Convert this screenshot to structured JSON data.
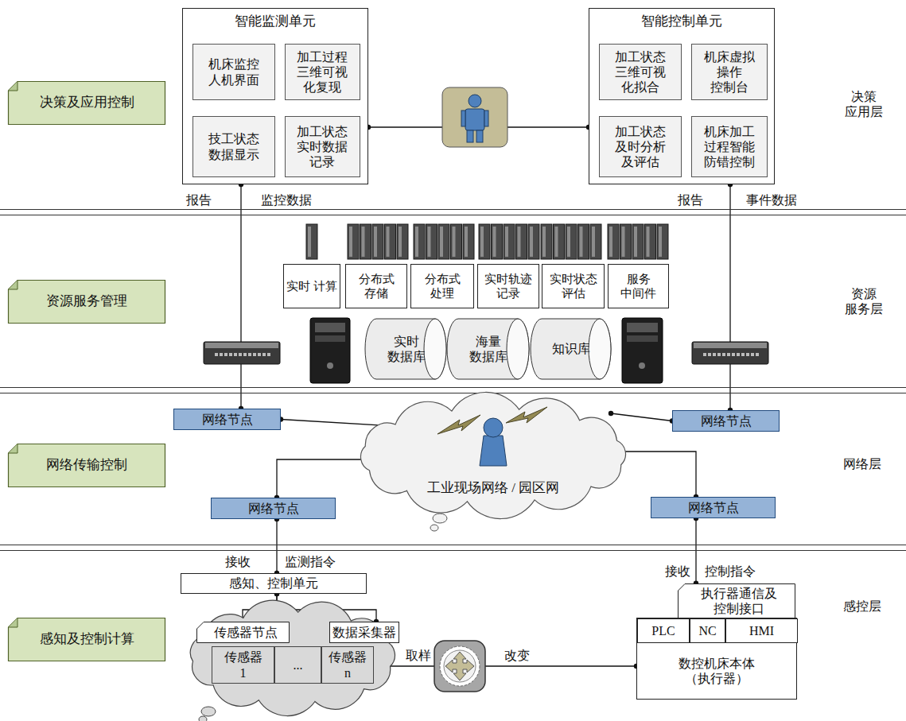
{
  "diagram": {
    "nodes": [
      {
        "text": [
          "决策及应用控制"
        ]
      },
      {
        "text": [
          "智能监测单元"
        ]
      },
      {
        "text": [
          "机床监控 人机界面"
        ],
        "in": 1
      },
      {
        "text": [
          "加工过程 三维可视 化复现"
        ],
        "in": 1
      },
      {
        "text": [
          "技工状态 数据显示"
        ],
        "in": 1
      },
      {
        "text": [
          "加工状态 实时数据 记录"
        ],
        "in": 1
      },
      {
        "text": [
          "智能控制单元"
        ]
      },
      {
        "text": [
          "加工状态 三维可视 化拟合"
        ],
        "in": 6
      },
      {
        "text": [
          "机床虚拟 操作 控制台"
        ],
        "in": 6
      },
      {
        "text": [
          "加工状态 及时分析 及评估"
        ],
        "in": 6
      },
      {
        "text": [
          "机床加工 过程智能 防错控制"
        ],
        "in": 6
      },
      {
        "text": [
          "资源服务管理"
        ]
      },
      {
        "text": [
          "实时 计算"
        ]
      },
      {
        "text": [
          "分布式 存储"
        ]
      },
      {
        "text": [
          "分布式 处理"
        ]
      },
      {
        "text": [
          "实时轨迹 记录"
        ]
      },
      {
        "text": [
          "实时状态 评估"
        ]
      },
      {
        "text": [
          "服务 中间件"
        ]
      },
      {
        "text": [
          "实时 数据库"
        ]
      },
      {
        "text": [
          "海量 数据库"
        ]
      },
      {
        "text": [
          "知识库"
        ]
      },
      {
        "text": [
          "网络传输控制"
        ]
      },
      {
        "text": [
          "网络节点"
        ]
      },
      {
        "text": [
          "网络节点"
        ]
      },
      {
        "text": [
          "工业现场网络 / 园区网"
        ]
      },
      {
        "text": [
          "网络节点"
        ]
      },
      {
        "text": [
          "网络节点"
        ]
      },
      {
        "text": [
          "感知及控制计算"
        ]
      },
      {
        "text": [
          "感知、控制单元"
        ]
      },
      {
        "text": [
          "传感器节点"
        ]
      },
      {
        "text": [
          "数据采集器"
        ]
      },
      {
        "text": [
          "传感器 1"
        ]
      },
      {
        "text": [
          "..."
        ]
      },
      {
        "text": [
          "传感器 n"
        ]
      },
      {
        "text": [
          "执行器通信及 控制接口"
        ]
      },
      {
        "text": [
          "数控机床本体 （执行器）"
        ]
      },
      {
        "text": [
          "PLC"
        ],
        "in": 35
      },
      {
        "text": [
          "NC"
        ],
        "in": 35
      },
      {
        "text": [
          "HMI"
        ],
        "in": 35
      }
    ],
    "edges": [
      {
        "from": 1,
        "to": 6,
        "arrow": "none"
      },
      {
        "from": 1,
        "to": 22,
        "arrow": "none"
      },
      {
        "from": 6,
        "to": 23,
        "arrow": "none"
      },
      {
        "from": 22,
        "to": 24,
        "arrow": "none"
      },
      {
        "from": 23,
        "to": 24,
        "arrow": "none"
      },
      {
        "from": 24,
        "to": 25,
        "arrow": "none"
      },
      {
        "from": 24,
        "to": 26,
        "arrow": "none"
      },
      {
        "from": 25,
        "to": 28,
        "arrow": "none"
      },
      {
        "from": 26,
        "to": 34,
        "arrow": "none"
      },
      {
        "from": 28,
        "to": 29,
        "arrow": "none"
      },
      {
        "from": 28,
        "to": 30,
        "arrow": "none"
      },
      {
        "from": 33,
        "to": 35,
        "arrow": "none"
      }
    ],
    "labels": [
      "决策 应用层",
      "资源 服务层",
      "网络层",
      "感控层",
      "报告",
      "监控数据",
      "报告",
      "事件数据",
      "接收",
      "监测指令",
      "接收",
      "控制指令",
      "取样",
      "改变"
    ]
  }
}
